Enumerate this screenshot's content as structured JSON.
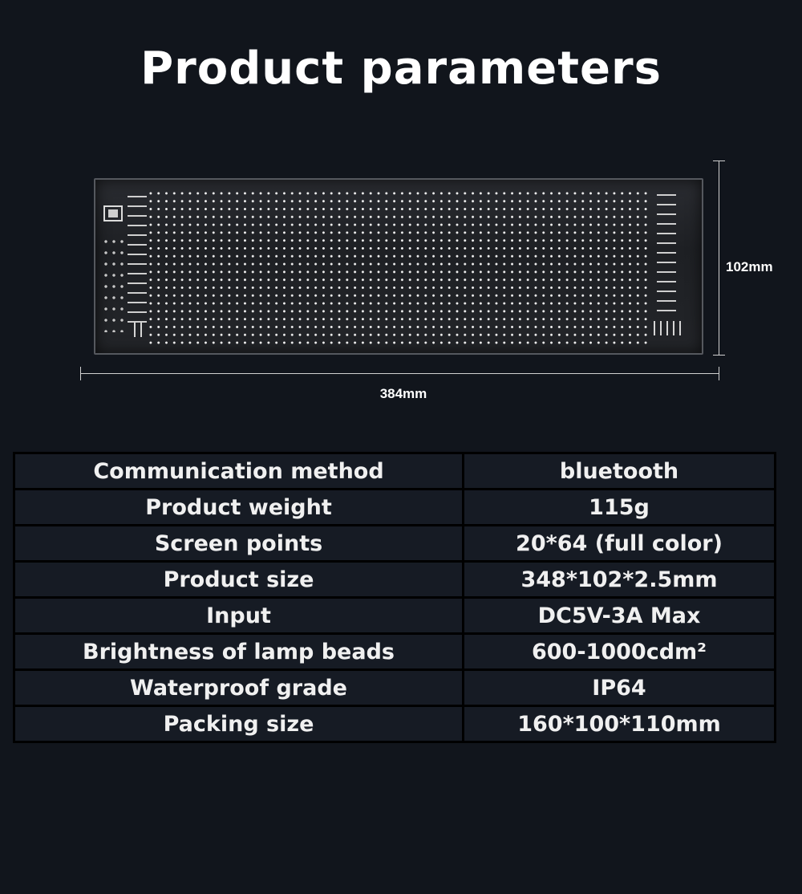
{
  "title": "Product parameters",
  "dimensions": {
    "height": "102mm",
    "width": "384mm"
  },
  "specs": [
    {
      "label": "Communication method",
      "value": "bluetooth"
    },
    {
      "label": "Product weight",
      "value": "115g"
    },
    {
      "label": "Screen points",
      "value": "20*64 (full color)"
    },
    {
      "label": "Product size",
      "value": "348*102*2.5mm"
    },
    {
      "label": "Input",
      "value": "DC5V-3A Max"
    },
    {
      "label": "Brightness of lamp beads",
      "value": "600-1000cdm²"
    },
    {
      "label": "Waterproof grade",
      "value": "IP64"
    },
    {
      "label": "Packing size",
      "value": "160*100*110mm"
    }
  ],
  "colors": {
    "background": "#11151c",
    "table_cell": "#161b24",
    "table_border": "#000000",
    "text": "#f0f0f0"
  }
}
